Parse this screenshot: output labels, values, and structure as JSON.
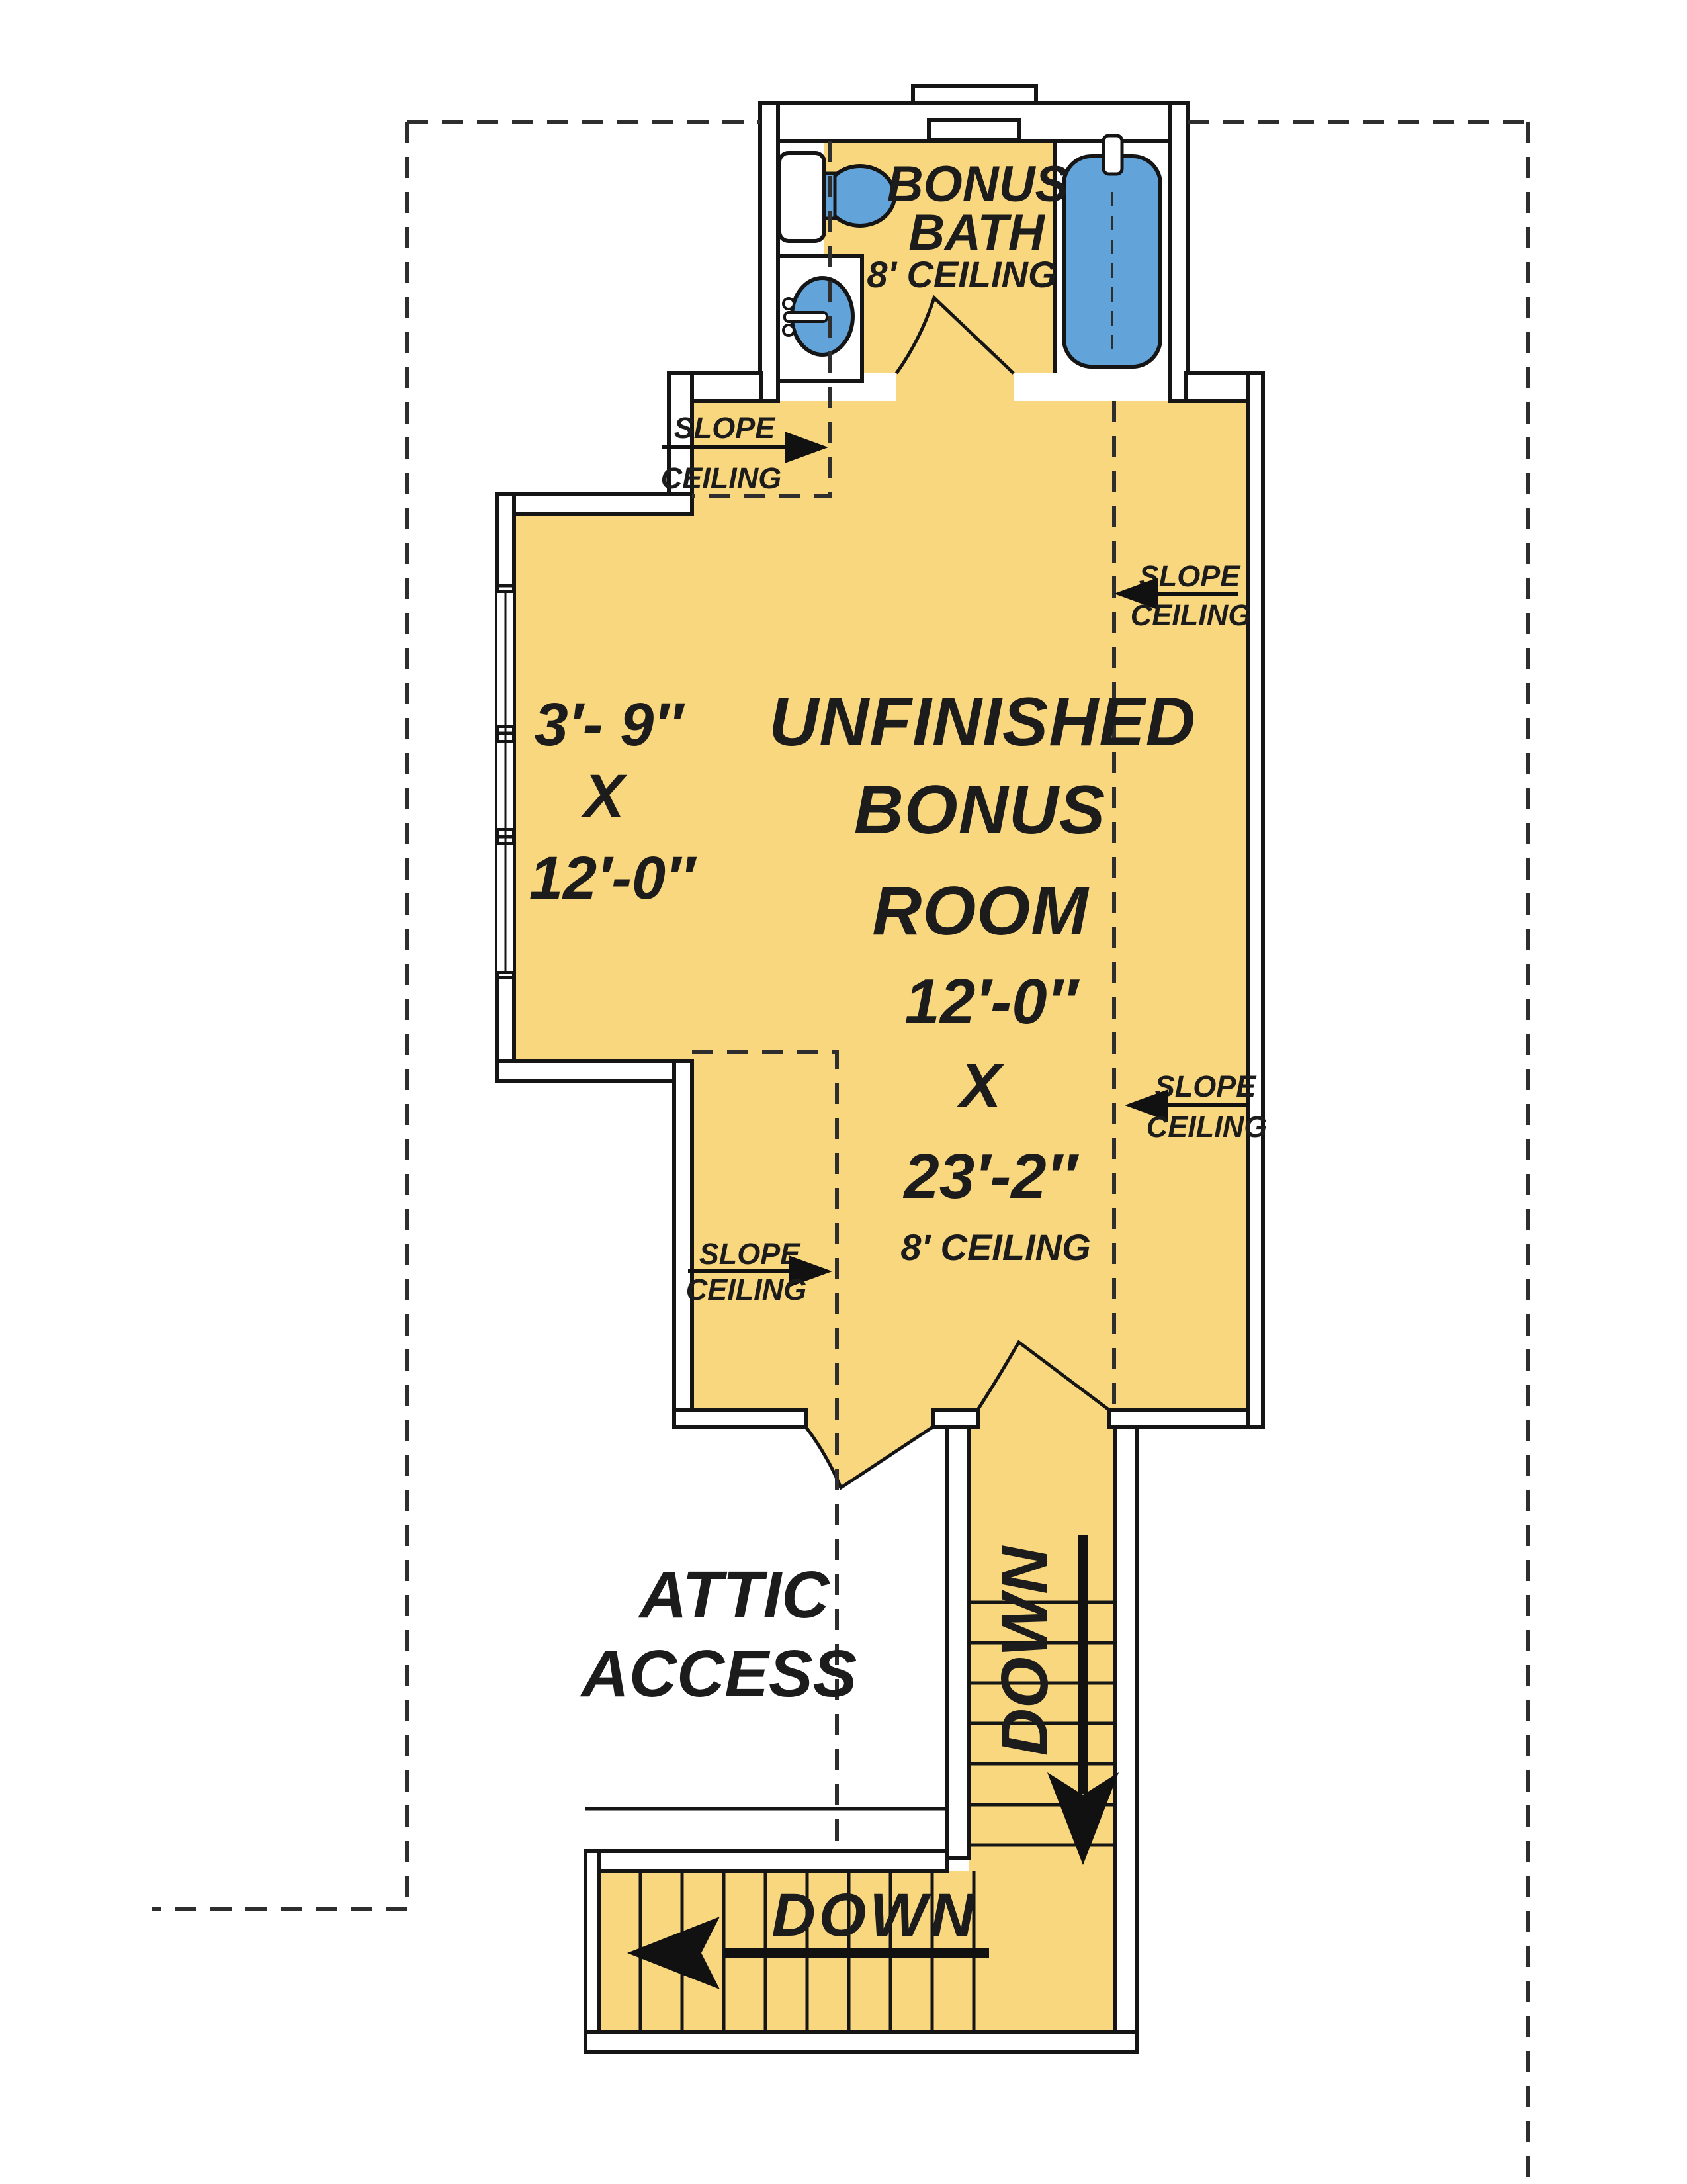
{
  "plan": {
    "title": "Unfinished bonus room floor plan",
    "bathroom": {
      "label_line1": "BONUS",
      "label_line2": "BATH",
      "ceiling_note": "8' CEILING",
      "fixtures": [
        "toilet-icon",
        "sink-icon",
        "bathtub-icon"
      ]
    },
    "bonus_room": {
      "label_line1": "UNFINISHED",
      "label_line2": "BONUS",
      "label_line3": "ROOM",
      "dimension_width": "12′-0″",
      "dimension_sep": "X",
      "dimension_length": "23′-2″",
      "ceiling_note": "8′ CEILING"
    },
    "alcove_dimension": {
      "line1": "3′- 9″",
      "line2": "X",
      "line3": "12′-0″"
    },
    "attic_access": {
      "line1": "ATTIC",
      "line2": "ACCESS"
    },
    "slope_labels": [
      {
        "line1": "SLOPE",
        "line2": "CEILING",
        "arrow_direction": "right",
        "location": "upper-left"
      },
      {
        "line1": "SLOPE",
        "line2": "CEILING",
        "arrow_direction": "left",
        "location": "upper-right"
      },
      {
        "line1": "SLOPE",
        "line2": "CEILING",
        "arrow_direction": "left",
        "location": "mid-right"
      },
      {
        "line1": "SLOPE",
        "line2": "CEILING",
        "arrow_direction": "right",
        "location": "lower-left"
      }
    ],
    "stairs": {
      "upper_run_label": "DOWN",
      "upper_run_direction": "down-south",
      "lower_run_label": "DOWN",
      "lower_run_direction": "down-west"
    },
    "colors": {
      "floor_fill": "#F9D77E",
      "fixture_fill": "#62A4DA",
      "wall_line": "#151515",
      "dashed_line": "#2E2E2E",
      "text": "#1C1C1C",
      "background": "#FFFFFF"
    }
  }
}
